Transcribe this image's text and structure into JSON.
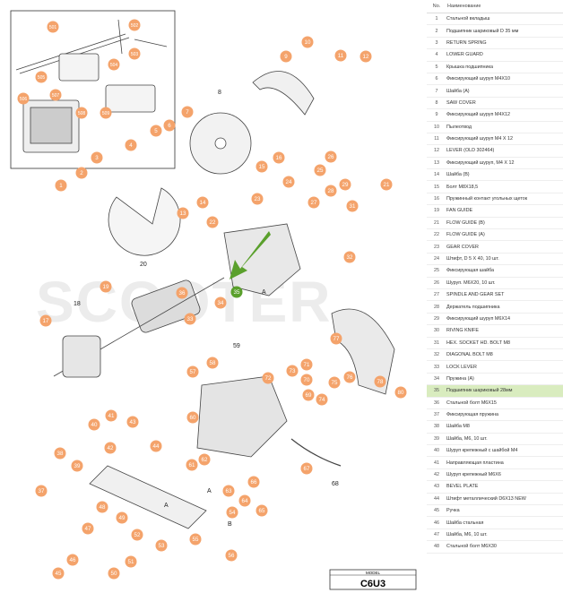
{
  "model": {
    "label": "MODEL",
    "value": "C6U3"
  },
  "watermark": "SCOOTER",
  "table": {
    "col_no": "No.",
    "col_name": "Наименование",
    "highlight_no": 35,
    "rows": [
      {
        "no": "1",
        "name": "Стальной вкладыш"
      },
      {
        "no": "2",
        "name": "Подшипник шариковый D 35 мм"
      },
      {
        "no": "3",
        "name": "RETURN SPRING"
      },
      {
        "no": "4",
        "name": "LOWER GUARD"
      },
      {
        "no": "5",
        "name": "Крышка подшипника"
      },
      {
        "no": "6",
        "name": "Фиксирующий шуруп M4X10"
      },
      {
        "no": "7",
        "name": "Шайба (A)"
      },
      {
        "no": "8",
        "name": "SAW COVER"
      },
      {
        "no": "9",
        "name": "Фиксирующий шуруп M4X12"
      },
      {
        "no": "10",
        "name": "Пылеотвод"
      },
      {
        "no": "11",
        "name": "Фиксирующий шуруп M4 X 12"
      },
      {
        "no": "12",
        "name": "LEVER (OLD 302464)"
      },
      {
        "no": "13",
        "name": "Фиксирующий шуруп, M4 X 12"
      },
      {
        "no": "14",
        "name": "Шайба (B)"
      },
      {
        "no": "15",
        "name": "Болт M8X18,5"
      },
      {
        "no": "16",
        "name": "Пружинный контакт угольных щеток"
      },
      {
        "no": "19",
        "name": "FAN GUIDE"
      },
      {
        "no": "21",
        "name": "FLOW GUIDE (B)"
      },
      {
        "no": "22",
        "name": "FLOW GUIDE (A)"
      },
      {
        "no": "23",
        "name": "GEAR COVER"
      },
      {
        "no": "24",
        "name": "Штифт, D 5 X 40, 10 шт."
      },
      {
        "no": "25",
        "name": "Фиксирующая шайба"
      },
      {
        "no": "26",
        "name": "Шуруп. M6X20, 10 шт."
      },
      {
        "no": "27",
        "name": "SPINDLE AND GEAR SET"
      },
      {
        "no": "28",
        "name": "Держатель подшипника"
      },
      {
        "no": "29",
        "name": "Фиксирующий шуруп M6X14"
      },
      {
        "no": "30",
        "name": "RIVING KNIFE"
      },
      {
        "no": "31",
        "name": "HEX. SOCKET HD. BOLT M8"
      },
      {
        "no": "32",
        "name": "DIAGONAL BOLT M8"
      },
      {
        "no": "33",
        "name": "LOCK LEVER"
      },
      {
        "no": "34",
        "name": "Пружина (A)"
      },
      {
        "no": "35",
        "name": "Подшипник шариковый 28мм"
      },
      {
        "no": "36",
        "name": "Стальной болт M6X15"
      },
      {
        "no": "37",
        "name": "Фиксирующая пружина"
      },
      {
        "no": "38",
        "name": "Шайба M8"
      },
      {
        "no": "39",
        "name": "Шайба, M6, 10 шт."
      },
      {
        "no": "40",
        "name": "Шуруп крепежный с шайбой M4"
      },
      {
        "no": "41",
        "name": "Направляющая пластина"
      },
      {
        "no": "42",
        "name": "Шуруп крепежный M6X6"
      },
      {
        "no": "43",
        "name": "BEVEL PLATE"
      },
      {
        "no": "44",
        "name": "Штифт металлический D6X13 NEW"
      },
      {
        "no": "45",
        "name": "Ручка"
      },
      {
        "no": "46",
        "name": "Шайба стальная"
      },
      {
        "no": "47",
        "name": "Шайба, M6, 10 шт."
      },
      {
        "no": "48",
        "name": "Стальной болт M6X30"
      }
    ]
  },
  "callouts": [
    {
      "n": "501"
    },
    {
      "n": "502"
    },
    {
      "n": "503"
    },
    {
      "n": "504"
    },
    {
      "n": "505"
    },
    {
      "n": "506"
    },
    {
      "n": "507"
    },
    {
      "n": "508"
    },
    {
      "n": "509"
    },
    {
      "n": "1"
    },
    {
      "n": "2"
    },
    {
      "n": "3"
    },
    {
      "n": "4"
    },
    {
      "n": "5"
    },
    {
      "n": "6"
    },
    {
      "n": "7"
    },
    {
      "n": "9"
    },
    {
      "n": "10"
    },
    {
      "n": "11"
    },
    {
      "n": "12"
    },
    {
      "n": "13"
    },
    {
      "n": "14"
    },
    {
      "n": "15"
    },
    {
      "n": "16"
    },
    {
      "n": "17"
    },
    {
      "n": "19"
    },
    {
      "n": "21"
    },
    {
      "n": "22"
    },
    {
      "n": "23"
    },
    {
      "n": "24"
    },
    {
      "n": "25"
    },
    {
      "n": "26"
    },
    {
      "n": "27"
    },
    {
      "n": "28"
    },
    {
      "n": "29"
    },
    {
      "n": "31"
    },
    {
      "n": "32"
    },
    {
      "n": "33"
    },
    {
      "n": "34"
    },
    {
      "n": "35"
    },
    {
      "n": "36"
    },
    {
      "n": "37"
    },
    {
      "n": "38"
    },
    {
      "n": "39"
    },
    {
      "n": "40"
    },
    {
      "n": "41"
    },
    {
      "n": "42"
    },
    {
      "n": "43"
    },
    {
      "n": "44"
    },
    {
      "n": "45"
    },
    {
      "n": "46"
    },
    {
      "n": "47"
    },
    {
      "n": "48"
    },
    {
      "n": "49"
    },
    {
      "n": "50"
    },
    {
      "n": "51"
    },
    {
      "n": "52"
    },
    {
      "n": "53"
    },
    {
      "n": "54"
    },
    {
      "n": "55"
    },
    {
      "n": "56"
    },
    {
      "n": "57"
    },
    {
      "n": "58"
    },
    {
      "n": "60"
    },
    {
      "n": "61"
    },
    {
      "n": "62"
    },
    {
      "n": "63"
    },
    {
      "n": "64"
    },
    {
      "n": "65"
    },
    {
      "n": "66"
    },
    {
      "n": "67"
    },
    {
      "n": "69"
    },
    {
      "n": "70"
    },
    {
      "n": "71"
    },
    {
      "n": "72"
    },
    {
      "n": "73"
    },
    {
      "n": "74"
    },
    {
      "n": "75"
    },
    {
      "n": "76"
    },
    {
      "n": "77"
    },
    {
      "n": "78"
    },
    {
      "n": "80"
    }
  ],
  "plain_labels": [
    {
      "t": "8"
    },
    {
      "t": "18"
    },
    {
      "t": "20"
    },
    {
      "t": "59"
    },
    {
      "t": "68"
    },
    {
      "t": "A"
    },
    {
      "t": "A"
    },
    {
      "t": "B"
    },
    {
      "t": "A"
    }
  ],
  "colors": {
    "callout_fill": "#f4a36b",
    "highlight_fill": "#5aa02c",
    "highlight_row": "#d9ecbf"
  }
}
